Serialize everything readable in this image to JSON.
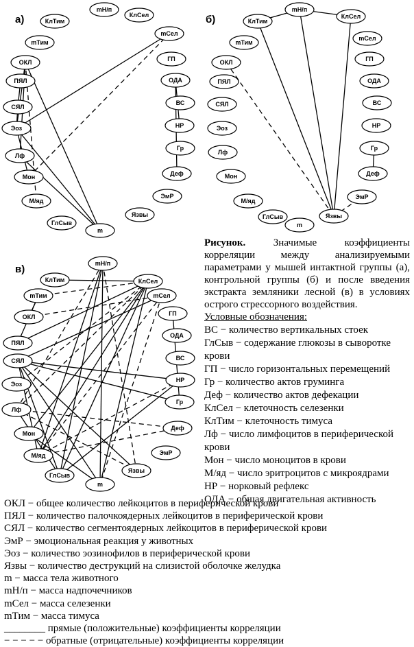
{
  "panels": {
    "a": {
      "label": "а)",
      "nodes": {
        "mTim": "mТим",
        "KlTim": "КлТим",
        "mNp": "mН/п",
        "KlSel": "КлСел",
        "mSel": "mСел",
        "OKL": "ОКЛ",
        "PYaL": "ПЯЛ",
        "SYaL": "СЯЛ",
        "Eoz": "Эоз",
        "Lf": "Лф",
        "Mon": "Мон",
        "Myad": "М/яд",
        "GlSyv": "ГлСыв",
        "m": "m",
        "GP": "ГП",
        "ODA": "ОДА",
        "VS": "ВС",
        "NR": "НР",
        "Gr": "Гр",
        "Def": "Деф",
        "EmR": "ЭмР",
        "Yazvy": "Язвы"
      },
      "edges": [
        {
          "from": "OKL",
          "to": "Eoz",
          "type": "direct"
        },
        {
          "from": "OKL",
          "to": "Lf",
          "type": "direct"
        },
        {
          "from": "OKL",
          "to": "Myad",
          "type": "inverse"
        },
        {
          "from": "OKL",
          "to": "m",
          "type": "direct"
        },
        {
          "from": "PYaL",
          "to": "SYaL",
          "type": "direct"
        },
        {
          "from": "SYaL",
          "to": "Eoz",
          "type": "direct"
        },
        {
          "from": "Eoz",
          "to": "mSel",
          "type": "direct"
        },
        {
          "from": "Eoz",
          "to": "m",
          "type": "direct"
        },
        {
          "from": "Lf",
          "to": "m",
          "type": "direct"
        },
        {
          "from": "Mon",
          "to": "mSel",
          "type": "inverse"
        },
        {
          "from": "Eoz",
          "to": "Mon",
          "type": "direct"
        },
        {
          "from": "ODA",
          "to": "NR",
          "type": "direct"
        },
        {
          "from": "ODA",
          "to": "Def",
          "type": "direct"
        }
      ]
    },
    "b": {
      "label": "б)",
      "nodes": {
        "KlTim": "КлТим",
        "mNp": "mН/п",
        "KlSel": "КлСел",
        "mTim": "mТим",
        "mSel": "mСел",
        "OKL": "ОКЛ",
        "GP": "ГП",
        "PYaL": "ПЯЛ",
        "ODA": "ОДА",
        "SYaL": "СЯЛ",
        "VS": "ВС",
        "Eoz": "Эоз",
        "NR": "НР",
        "Lf": "Лф",
        "Gr": "Гр",
        "Mon": "Мон",
        "Def": "Деф",
        "EmR": "ЭмР",
        "Myad": "М/яд",
        "GlSyv": "ГлСыв",
        "m": "m",
        "Yazvy": "Язвы"
      },
      "edges": [
        {
          "from": "KlTim",
          "to": "mNp",
          "type": "direct"
        },
        {
          "from": "mNp",
          "to": "KlSel",
          "type": "direct"
        },
        {
          "from": "KlTim",
          "to": "Yazvy",
          "type": "direct"
        },
        {
          "from": "mNp",
          "to": "Yazvy",
          "type": "direct"
        },
        {
          "from": "KlSel",
          "to": "Yazvy",
          "type": "direct"
        },
        {
          "from": "OKL",
          "to": "Yazvy",
          "type": "inverse"
        },
        {
          "from": "Yazvy",
          "to": "EmR",
          "type": "inverse"
        },
        {
          "from": "Gr",
          "to": "Def",
          "type": "direct"
        }
      ]
    },
    "v": {
      "label": "в)",
      "nodes": {
        "mNp": "mН/п",
        "KlTim": "КлТим",
        "KlSel": "КлСел",
        "mTim": "mТим",
        "mSel": "mСел",
        "GP": "ГП",
        "OKL": "ОКЛ",
        "ODA": "ОДА",
        "PYaL": "ПЯЛ",
        "VS": "ВС",
        "SYaL": "СЯЛ",
        "NR": "НР",
        "Eoz": "Эоз",
        "Gr": "Гр",
        "Lf": "Лф",
        "Def": "Деф",
        "Mon": "Мон",
        "EmR": "ЭмР",
        "Myad": "М/яд",
        "GlSyv": "ГлСыв",
        "m": "m",
        "Yazvy": "Язвы"
      },
      "edges": [
        {
          "from": "KlTim",
          "to": "KlSel",
          "type": "direct"
        },
        {
          "from": "mTim",
          "to": "KlSel",
          "type": "inverse"
        },
        {
          "from": "mTim",
          "to": "PYaL",
          "type": "direct"
        },
        {
          "from": "mTim",
          "to": "OKL",
          "type": "direct"
        },
        {
          "from": "OKL",
          "to": "mSel",
          "type": "inverse"
        },
        {
          "from": "PYaL",
          "to": "KlSel",
          "type": "direct"
        },
        {
          "from": "SYaL",
          "to": "mSel",
          "type": "direct"
        },
        {
          "from": "SYaL",
          "to": "NR",
          "type": "direct"
        },
        {
          "from": "SYaL",
          "to": "Gr",
          "type": "direct"
        },
        {
          "from": "SYaL",
          "to": "Yazvy",
          "type": "direct"
        },
        {
          "from": "SYaL",
          "to": "GlSyv",
          "type": "direct"
        },
        {
          "from": "SYaL",
          "to": "Myad",
          "type": "direct"
        },
        {
          "from": "SYaL",
          "to": "m",
          "type": "direct"
        },
        {
          "from": "Lf",
          "to": "Def",
          "type": "inverse"
        },
        {
          "from": "Lf",
          "to": "Yazvy",
          "type": "inverse"
        },
        {
          "from": "Lf",
          "to": "KlSel",
          "type": "inverse"
        },
        {
          "from": "Lf",
          "to": "GlSyv",
          "type": "direct"
        },
        {
          "from": "Mon",
          "to": "KlSel",
          "type": "direct"
        },
        {
          "from": "mNp",
          "to": "Myad",
          "type": "direct"
        },
        {
          "from": "mNp",
          "to": "GlSyv",
          "type": "direct"
        },
        {
          "from": "mNp",
          "to": "m",
          "type": "direct"
        },
        {
          "from": "mNp",
          "to": "Yazvy",
          "type": "inverse"
        },
        {
          "from": "mNp",
          "to": "Lf",
          "type": "inverse"
        },
        {
          "from": "KlSel",
          "to": "GlSyv",
          "type": "direct"
        },
        {
          "from": "KlSel",
          "to": "Myad",
          "type": "direct"
        },
        {
          "from": "KlSel",
          "to": "m",
          "type": "direct"
        },
        {
          "from": "KlSel",
          "to": "Eoz",
          "type": "inverse"
        },
        {
          "from": "mSel",
          "to": "Myad",
          "type": "inverse"
        },
        {
          "from": "mSel",
          "to": "m",
          "type": "inverse"
        },
        {
          "from": "Myad",
          "to": "Def",
          "type": "inverse"
        },
        {
          "from": "Myad",
          "to": "NR",
          "type": "inverse"
        },
        {
          "from": "GlSyv",
          "to": "NR",
          "type": "direct"
        },
        {
          "from": "GP",
          "to": "Gr",
          "type": "direct"
        },
        {
          "from": "m",
          "to": "Mon",
          "type": "direct"
        }
      ]
    }
  },
  "caption": {
    "head": "Рисунок.",
    "text": " Значимые коэффициенты корреляции между анализируемыми параметрами у мышей интактной группы (а), контрольной группы (б) и после введения экстракта земляники лесной (в) в условиях острого стрессорного воздействия."
  },
  "legend": {
    "title": "Условные обозначения:",
    "right": [
      "ВС − количество вертикальных стоек",
      "ГлСыв − содержание глюкозы в сыворотке крови",
      "ГП − число горизонтальных перемещений",
      "Гр − количество актов груминга",
      "Деф − количество актов дефекации",
      "КлСел − клеточность селезенки",
      "КлТим − клеточность тимуса",
      "Лф − число лимфоцитов в периферической крови",
      "Мон − число моноцитов в крови",
      "М/яд − число эритроцитов с микроядрами",
      "НР − норковый рефлекс",
      "ОДА − общая двигательная активность"
    ],
    "bottom": [
      "ОКЛ − общее количество лейкоцитов в периферической крови",
      "ПЯЛ − количество палочкоядерных лейкоцитов в периферической крови",
      "СЯЛ − количество сегментоядерных лейкоцитов в периферической крови",
      "ЭмР − эмоциональная реакция у животных",
      "Эоз − количество эозинофилов в периферической крови",
      "Язвы − количество деструкций на слизистой оболочке желудка",
      "m − масса тела животного",
      "mН/п − масса надпочечников",
      "mСел − масса селезенки",
      "mТим − масса тимуса",
      "________ прямые (положительные) коэффициенты корреляции",
      "− − − − − обратные (отрицательные) коэффициенты корреляции"
    ]
  }
}
